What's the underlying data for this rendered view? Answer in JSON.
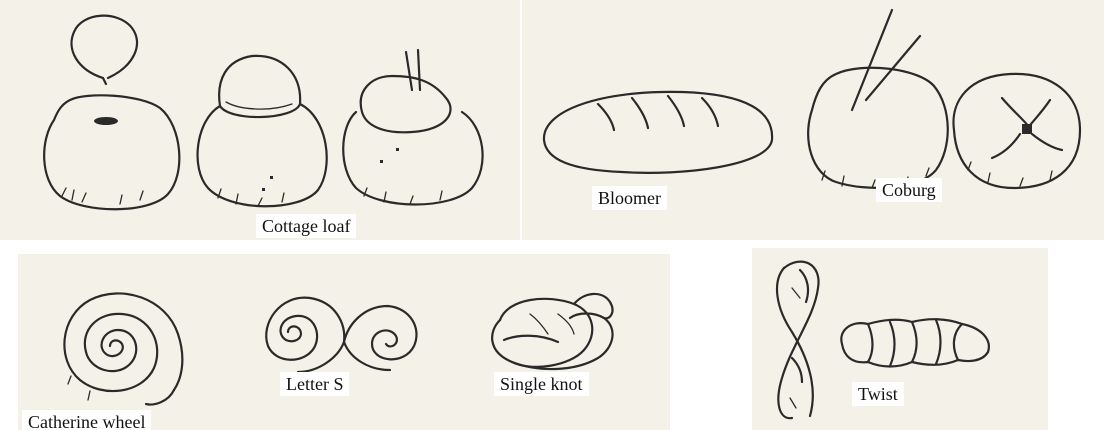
{
  "labels": {
    "cottage_loaf": "Cottage loaf",
    "bloomer": "Bloomer",
    "coburg": "Coburg",
    "catherine_wheel": "Catherine wheel",
    "letter_s": "Letter S",
    "single_knot": "Single knot",
    "twist": "Twist"
  },
  "colors": {
    "paper": "#f4f2e8",
    "ink": "#2a2a2a"
  }
}
